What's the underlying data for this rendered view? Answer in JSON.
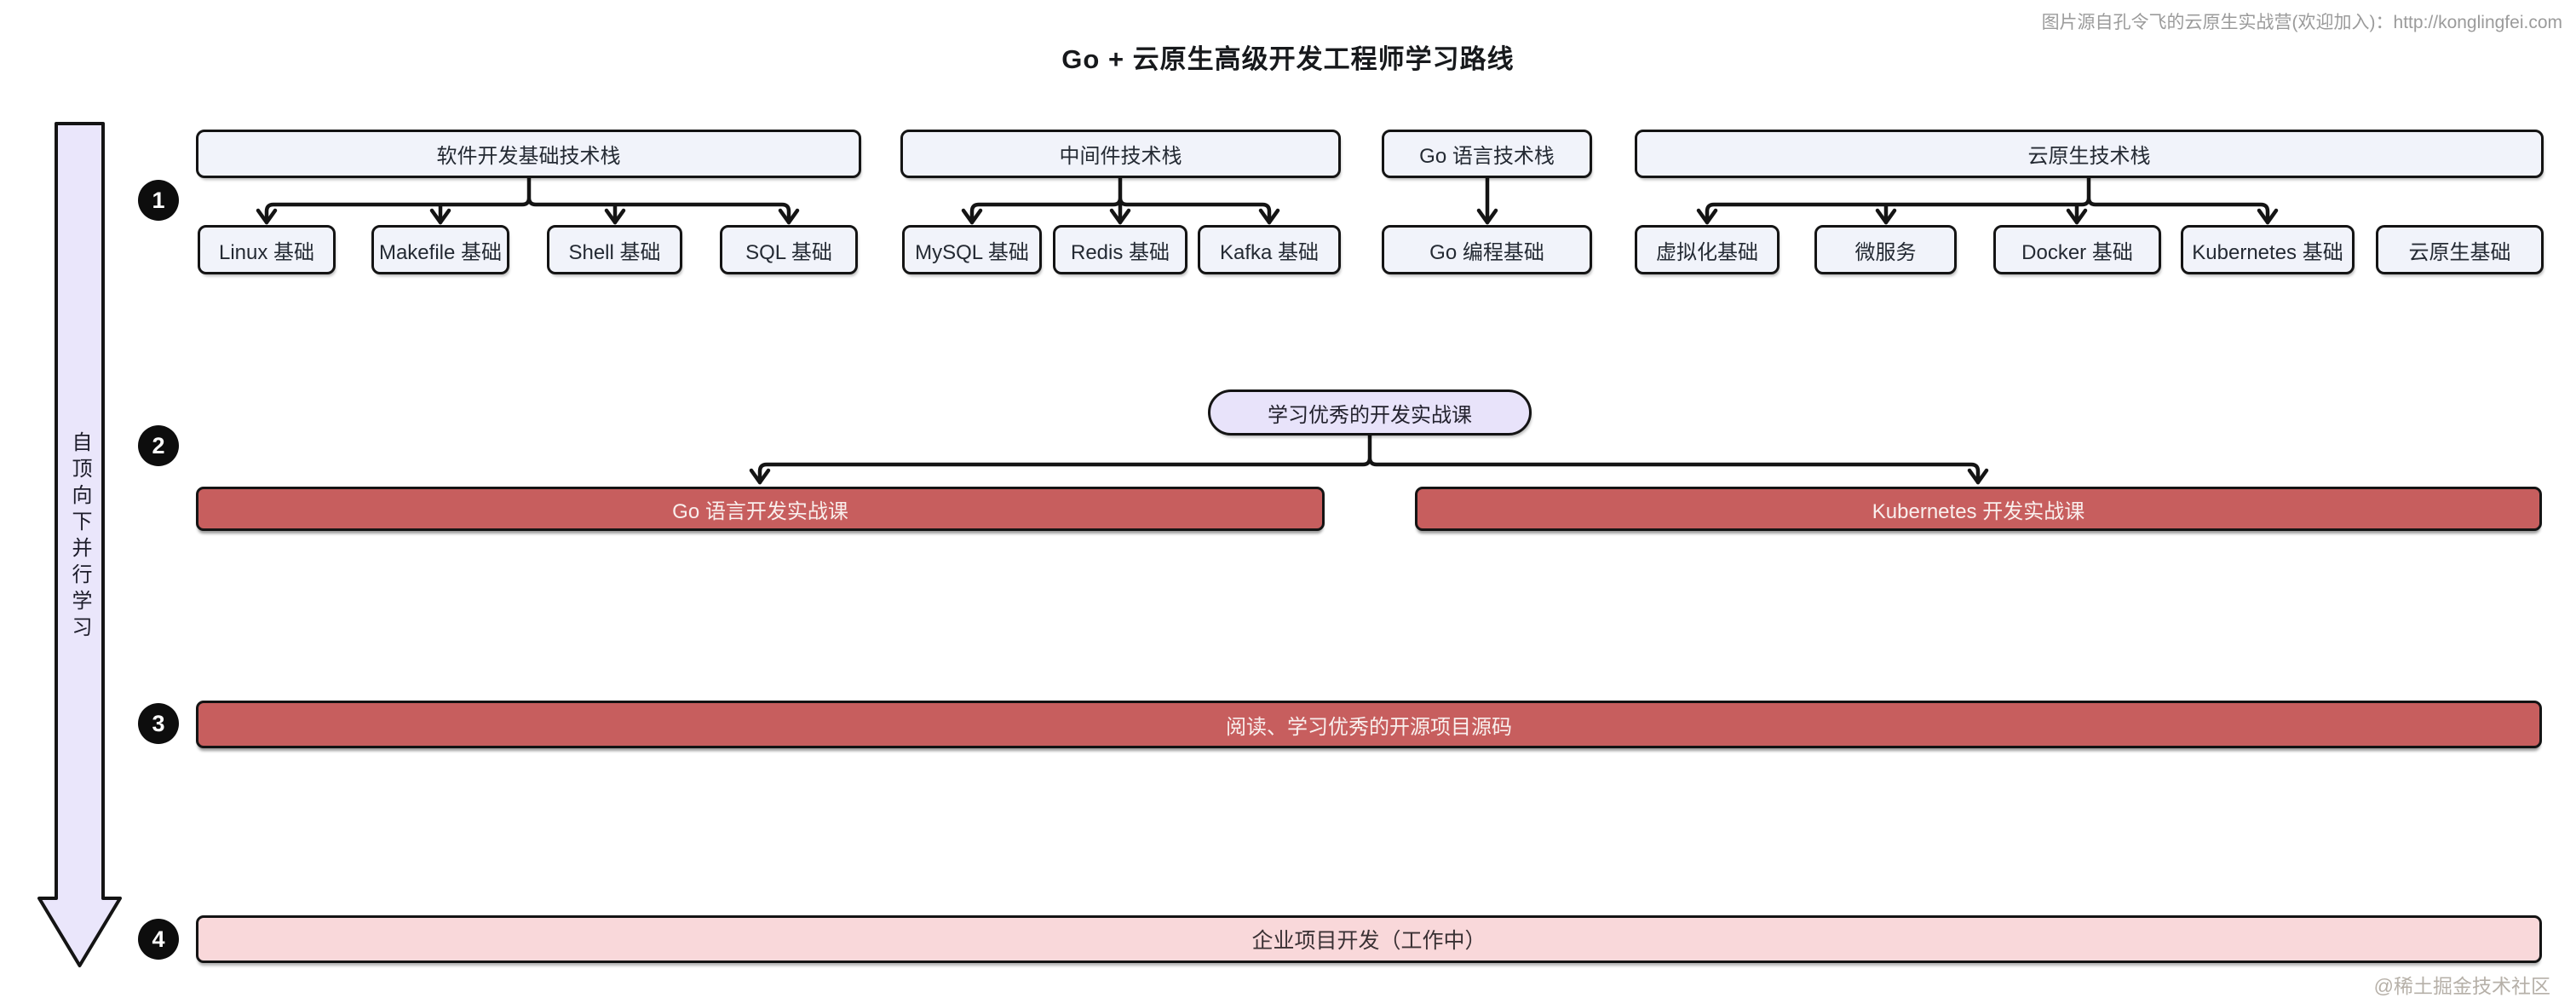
{
  "page": {
    "title": "Go + 云原生高级开发工程师学习路线",
    "source_note": "图片源自孔令飞的云原生实战营(欢迎加入)：http://konglingfei.com",
    "watermark": "@稀土掘金技术社区"
  },
  "side_arrow_label": "自顶向下并行学习",
  "steps": [
    {
      "badge": "1",
      "groups": [
        {
          "header": "软件开发基础技术栈",
          "children": [
            "Linux 基础",
            "Makefile 基础",
            "Shell 基础",
            "SQL 基础"
          ]
        },
        {
          "header": "中间件技术栈",
          "children": [
            "MySQL 基础",
            "Redis 基础",
            "Kafka 基础"
          ]
        },
        {
          "header": "Go 语言技术栈",
          "children": [
            "Go 编程基础"
          ]
        },
        {
          "header": "云原生技术栈",
          "children": [
            "虚拟化基础",
            "微服务",
            "Docker 基础",
            "Kubernetes 基础",
            "云原生基础"
          ]
        }
      ]
    },
    {
      "badge": "2",
      "pill": "学习优秀的开发实战课",
      "courses": [
        "Go 语言开发实战课",
        "Kubernetes 开发实战课"
      ]
    },
    {
      "badge": "3",
      "label": "阅读、学习优秀的开源项目源码"
    },
    {
      "badge": "4",
      "label": "企业项目开发（工作中）"
    }
  ],
  "colors": {
    "node_fill": "#f1f3fa",
    "pill_fill": "#e8e3fa",
    "side_arrow_fill": "#eae6fb",
    "course_fill": "#c75e5e",
    "course_text": "#f9efed",
    "work_fill": "#f9d8da",
    "badge_fill": "#0d0d0d",
    "line": "#141414"
  }
}
